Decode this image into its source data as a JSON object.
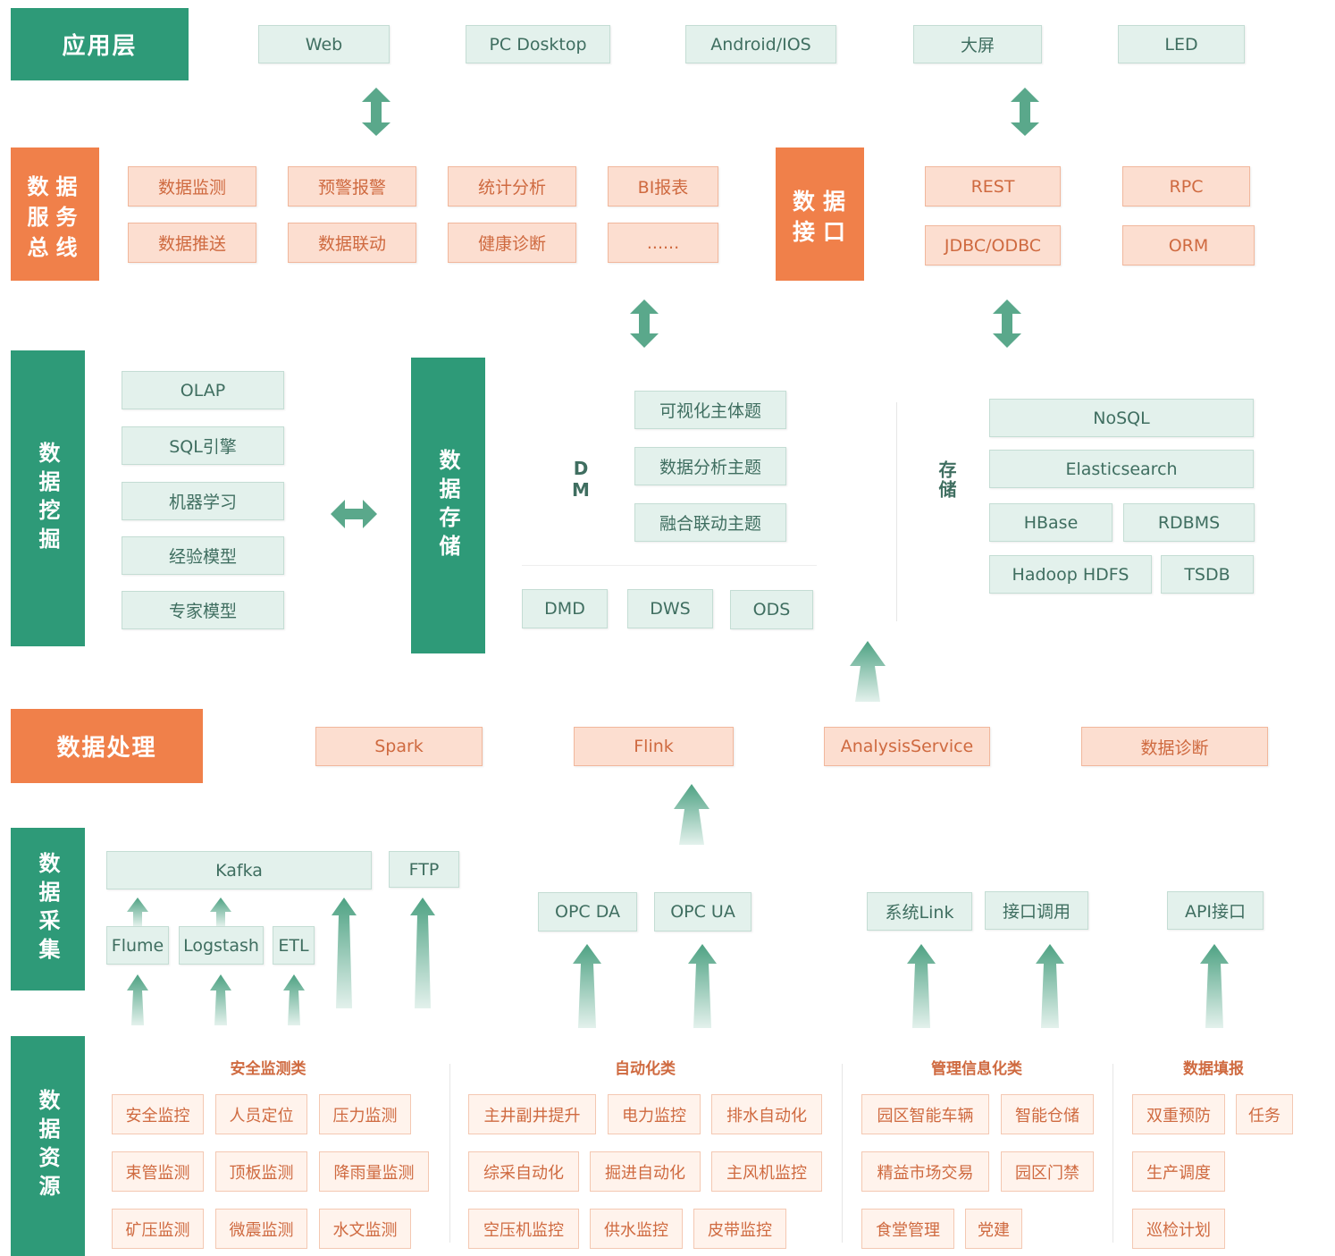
{
  "colors": {
    "green": "#2e9a78",
    "orange": "#f0804a",
    "green_box": "#e3f1ec",
    "orange_box": "#fcded0",
    "arrow": "#5aa88b"
  },
  "layers": {
    "app": "应用层",
    "bus": "数据服务总线",
    "api": "数据接口",
    "mining": "数据挖掘",
    "storage": "数据存储",
    "processing": "数据处理",
    "collection": "数据采集",
    "source": "数据资源"
  },
  "app_items": [
    "Web",
    "PC Dosktop",
    "Android/IOS",
    "大屏",
    "LED"
  ],
  "bus_items": [
    "数据监测",
    "预警报警",
    "统计分析",
    "BI报表",
    "数据推送",
    "数据联动",
    "健康诊断",
    "......"
  ],
  "api_items": [
    "REST",
    "RPC",
    "JDBC/ODBC",
    "ORM"
  ],
  "mining_items": [
    "OLAP",
    "SQL引擎",
    "机器学习",
    "经验模型",
    "专家模型"
  ],
  "dm": {
    "label": "DM",
    "topics": [
      "可视化主体题",
      "数据分析主题",
      "融合联动主题"
    ],
    "layers": [
      "DMD",
      "DWS",
      "ODS"
    ]
  },
  "store": {
    "label": "存储",
    "items": [
      "NoSQL",
      "Elasticsearch",
      "HBase",
      "RDBMS",
      "Hadoop HDFS",
      "TSDB"
    ]
  },
  "processing_items": [
    "Spark",
    "Flink",
    "AnalysisService",
    "数据诊断"
  ],
  "collection": {
    "kafka": "Kafka",
    "ftp": "FTP",
    "flume": "Flume",
    "logstash": "Logstash",
    "etl": "ETL",
    "opc_da": "OPC DA",
    "opc_ua": "OPC UA",
    "syslink": "系统Link",
    "iface": "接口调用",
    "api": "API接口"
  },
  "sources": [
    {
      "title": "安全监测类",
      "items": [
        "安全监控",
        "人员定位",
        "压力监测",
        "束管监测",
        "顶板监测",
        "降雨量监测",
        "矿压监测",
        "微震监测",
        "水文监测"
      ]
    },
    {
      "title": "自动化类",
      "items": [
        "主井副井提升",
        "电力监控",
        "排水自动化",
        "综采自动化",
        "掘进自动化",
        "主风机监控",
        "空压机监控",
        "供水监控",
        "皮带监控"
      ]
    },
    {
      "title": "管理信息化类",
      "items": [
        "园区智能车辆",
        "智能仓储",
        "精益市场交易",
        "园区门禁",
        "食堂管理",
        "党建"
      ]
    },
    {
      "title": "数据填报",
      "items": [
        "双重预防",
        "任务",
        "生产调度",
        "巡检计划"
      ]
    }
  ]
}
